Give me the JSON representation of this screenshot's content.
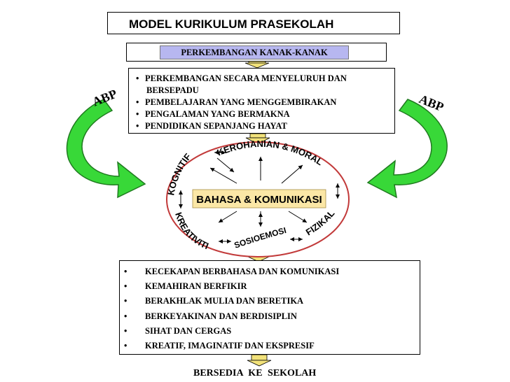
{
  "title": "MODEL KURIKULUM PRASEKOLAH",
  "child_development": "PERKEMBANGAN KANAK-KANAK",
  "principles": [
    "PERKEMBANGAN SECARA MENYELURUH  DAN",
    "BERSEPADU",
    "PEMBELAJARAN YANG MENGGEMBIRAKAN",
    "PENGALAMAN YANG BERMAKNA",
    "PENDIDIKAN SEPANJANG HAYAT"
  ],
  "abp_label": "ABP",
  "center_label": "BAHASA & KOMUNIKASI",
  "domains": {
    "kognitif": "KOGNITIF",
    "kerohanian": "KEROHANIAN & MORAL",
    "kreativiti": "KREATIVITI",
    "sosioemosi": "SOSIOEMOSI",
    "fizikal": "FIZIKAL"
  },
  "outcomes": [
    "KECEKAPAN BERBAHASA  DAN  KOMUNIKASI",
    "KEMAHIRAN BERFIKIR",
    "BERAKHLAK MULIA DAN BERETIKA",
    "BERKEYAKINAN DAN  BERDISIPLIN",
    "SIHAT DAN CERGAS",
    "KREATIF, IMAGINATIF DAN  EKSPRESIF"
  ],
  "ready_label": "BERSEDIA     KE SEKOLAH",
  "colors": {
    "accent_blue": "#b7b7f0",
    "arrow_green": "#38d838",
    "arrow_stroke": "#1f7a1f",
    "ellipse": "#c23a3a",
    "connector_fill": "#f2e27a"
  }
}
